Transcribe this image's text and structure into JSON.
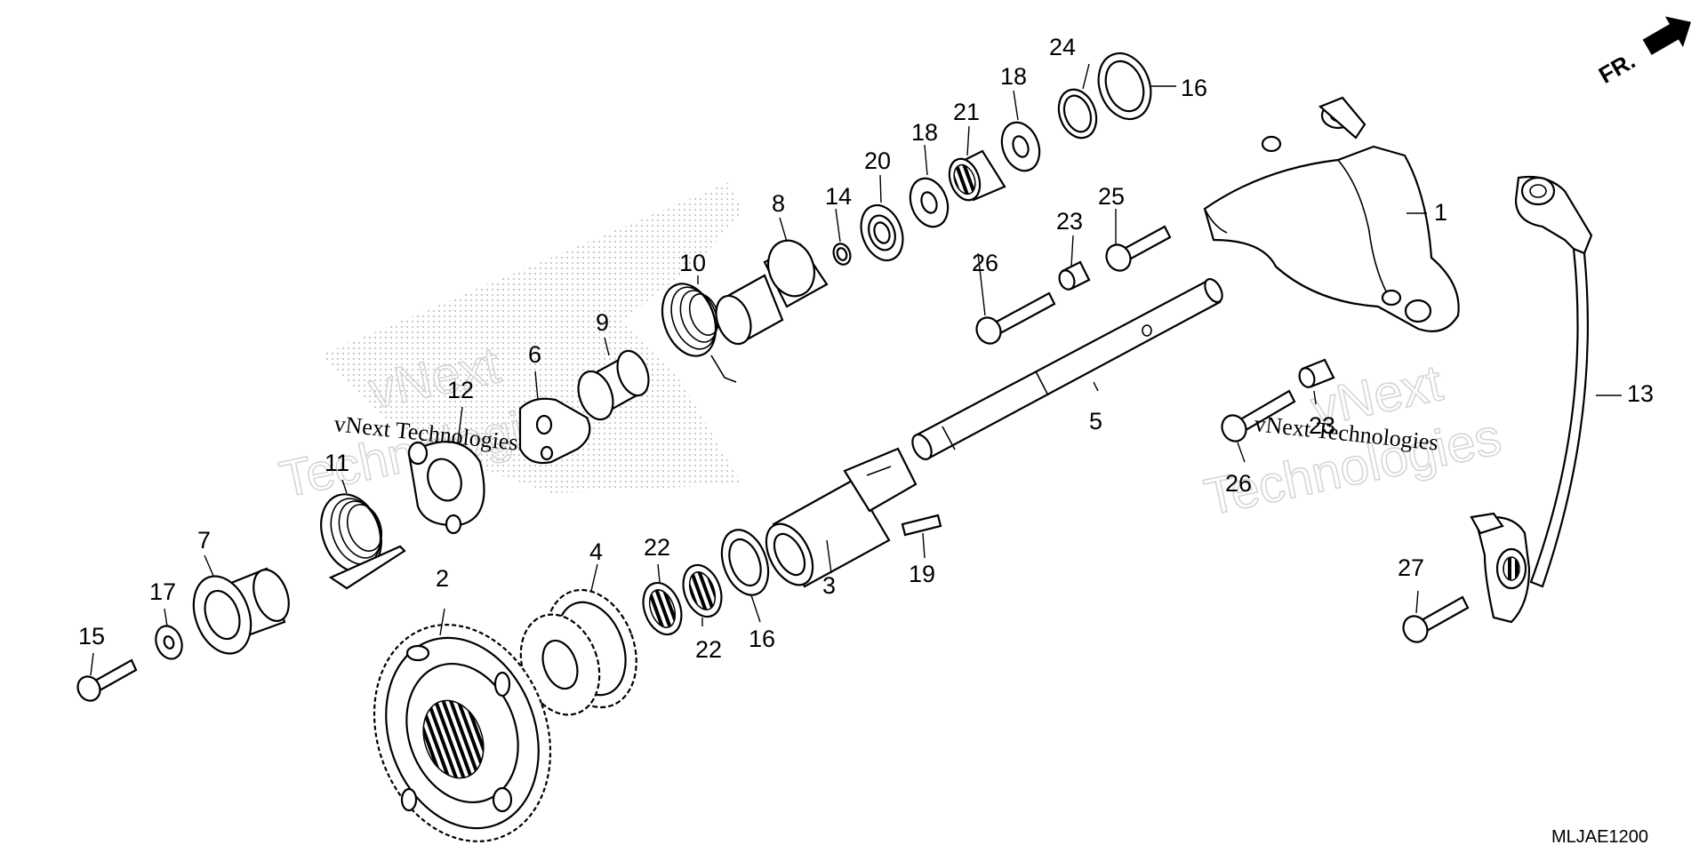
{
  "labels": {
    "l1": "1",
    "l2": "2",
    "l3": "3",
    "l4": "4",
    "l5": "5",
    "l6": "6",
    "l7": "7",
    "l8": "8",
    "l9": "9",
    "l10": "10",
    "l11": "11",
    "l12": "12",
    "l13": "13",
    "l14": "14",
    "l15": "15",
    "l16a": "16",
    "l16b": "16",
    "l17": "17",
    "l18a": "18",
    "l18b": "18",
    "l19": "19",
    "l20": "20",
    "l21": "21",
    "l22a": "22",
    "l22b": "22",
    "l23a": "23",
    "l23b": "23",
    "l24": "24",
    "l25": "25",
    "l26a": "26",
    "l26b": "26",
    "l27": "27"
  },
  "direction_marker": "FR.",
  "diagram_code": "MLJAE1200",
  "watermark": {
    "line1": "vNext",
    "line2": "Technologies",
    "small": "vNext Technologies"
  },
  "colors": {
    "ink": "#000000",
    "watermark": "#d4d4d4",
    "background": "#ffffff"
  }
}
